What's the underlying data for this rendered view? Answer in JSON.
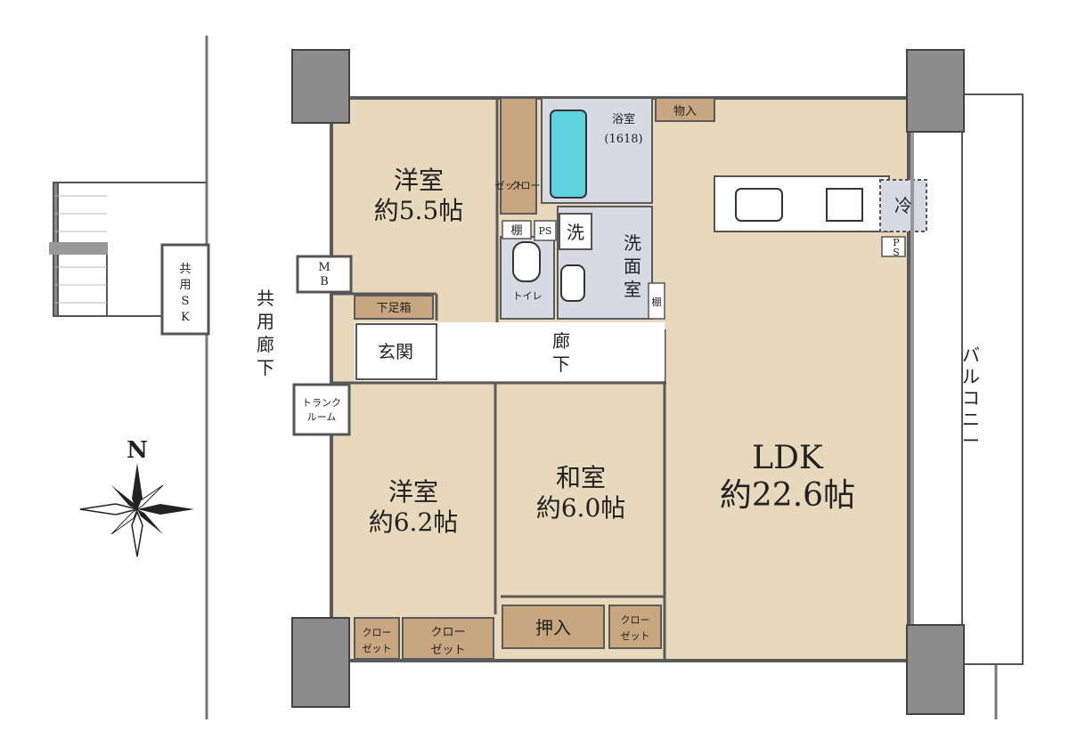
{
  "colors": {
    "floor": "#e8d9bc",
    "closet": "#c8a67f",
    "wet": "#d7d9e3",
    "column": "#8c8c8c",
    "wall": "#5a5a5a",
    "corridor": "#ffffff",
    "bath": "#5ed3e0"
  },
  "rooms": {
    "bedroom1": {
      "name": "洋室",
      "size": "約5.5帖"
    },
    "bedroom2": {
      "name": "洋室",
      "size": "約6.2帖"
    },
    "washitsu": {
      "name": "和室",
      "size": "約6.0帖"
    },
    "ldk": {
      "name": "LDK",
      "size": "約22.6帖"
    }
  },
  "labels": {
    "bath": "浴室",
    "bath_size": "(1618)",
    "storage": "物入",
    "refrigerator": "冷",
    "wash": "洗",
    "washroom_l1": "洗",
    "washroom_l2": "面",
    "washroom_l3": "室",
    "ps": "PS",
    "ps2_l1": "P",
    "ps2_l2": "S",
    "shelf": "棚",
    "shelf2": "棚",
    "toilet": "トイレ",
    "closet_v1": "クロー",
    "closet_v2": "ゼット",
    "shoe_box": "下足箱",
    "genkan": "玄関",
    "hallway_l1": "廊",
    "hallway_l2": "下",
    "mb_l1": "M",
    "mb_l2": "B",
    "trunk_l1": "トランク",
    "trunk_l2": "ルーム",
    "common_corr_l1": "共",
    "common_corr_l2": "用",
    "common_corr_l3": "廊",
    "common_corr_l4": "下",
    "common_sk_l1": "共",
    "common_sk_l2": "用",
    "common_sk_l3": "S",
    "common_sk_l4": "K",
    "closet_a1": "クロー",
    "closet_a2": "ゼット",
    "closet_b1": "クロー",
    "closet_b2": "ゼット",
    "oshiire": "押入",
    "closet_c1": "クロー",
    "closet_c2": "ゼット",
    "balcony_l1": "バ",
    "balcony_l2": "ル",
    "balcony_l3": "コ",
    "balcony_l4": "ニ",
    "balcony_l5": "ー",
    "north": "N"
  }
}
